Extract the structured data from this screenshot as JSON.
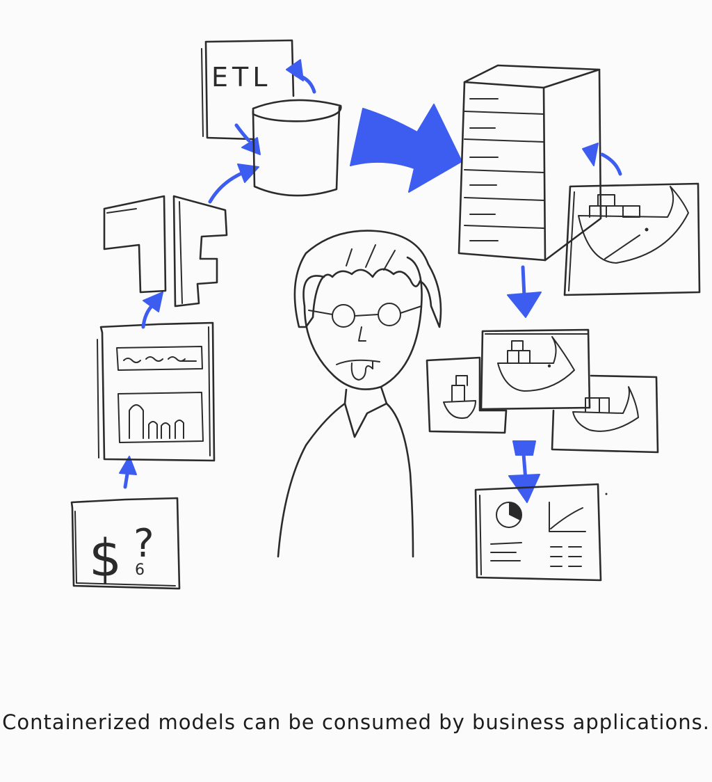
{
  "caption": "Containerized models can be consumed by business applications.",
  "labels": {
    "etl": "ETL",
    "dollar": "$",
    "question": "?",
    "six": "6"
  },
  "colors": {
    "ink": "#2b2b2b",
    "accent_blue": "#3d5cf0",
    "background": "#fbfbfb"
  }
}
